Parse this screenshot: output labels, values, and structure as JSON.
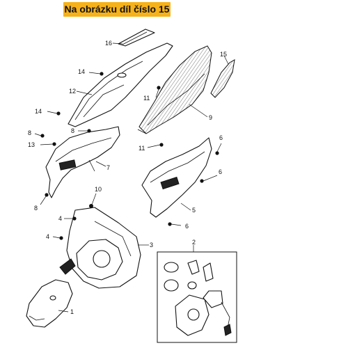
{
  "banner": {
    "text": "Na obrázku díl číslo 15"
  },
  "callouts": [
    {
      "key": "c16",
      "text": "16"
    },
    {
      "key": "c15",
      "text": "15"
    },
    {
      "key": "c14a",
      "text": "14"
    },
    {
      "key": "c12",
      "text": "12"
    },
    {
      "key": "c11a",
      "text": "11"
    },
    {
      "key": "c14b",
      "text": "14"
    },
    {
      "key": "c9",
      "text": "9"
    },
    {
      "key": "c8a",
      "text": "8"
    },
    {
      "key": "c8b",
      "text": "8"
    },
    {
      "key": "c13",
      "text": "13"
    },
    {
      "key": "c11b",
      "text": "11"
    },
    {
      "key": "c6a",
      "text": "6"
    },
    {
      "key": "c7",
      "text": "7"
    },
    {
      "key": "c6b",
      "text": "6"
    },
    {
      "key": "c10",
      "text": "10"
    },
    {
      "key": "c8c",
      "text": "8"
    },
    {
      "key": "c5",
      "text": "5"
    },
    {
      "key": "c4a",
      "text": "4"
    },
    {
      "key": "c6c",
      "text": "6"
    },
    {
      "key": "c2",
      "text": "2"
    },
    {
      "key": "c4b",
      "text": "4"
    },
    {
      "key": "c3",
      "text": "3"
    },
    {
      "key": "c1",
      "text": "1"
    }
  ]
}
